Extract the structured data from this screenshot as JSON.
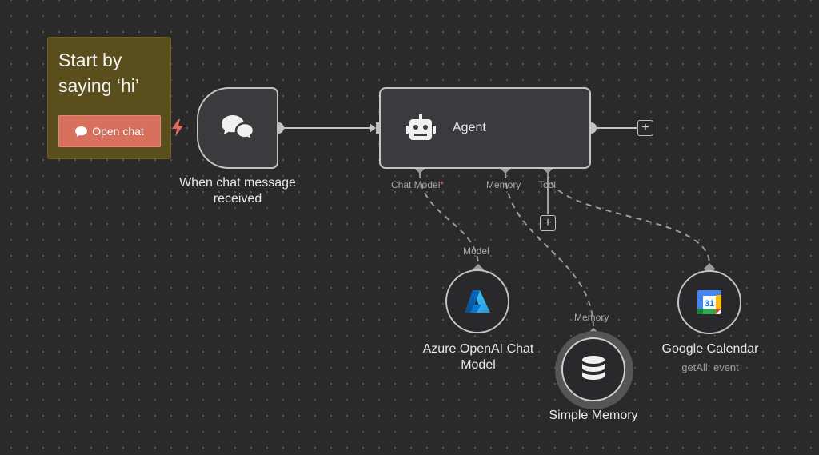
{
  "sticky": {
    "title": "Start by saying ‘hi’",
    "button_label": "Open chat"
  },
  "trigger": {
    "label": "When chat message received",
    "icon": "chat-bubbles-icon"
  },
  "agent": {
    "title": "Agent",
    "icon": "robot-icon",
    "ports": {
      "chat_model": "Chat Model",
      "chat_model_required": "*",
      "memory": "Memory",
      "tool": "Tool"
    }
  },
  "sub_nodes": {
    "model": {
      "port_label": "Model",
      "label": "Azure OpenAI Chat Model",
      "icon": "azure-icon"
    },
    "memory": {
      "port_label": "Memory",
      "label": "Simple Memory",
      "icon": "database-icon"
    },
    "calendar": {
      "label": "Google Calendar",
      "sublabel": "getAll: event",
      "icon": "google-calendar-icon",
      "icon_day": "31"
    }
  },
  "colors": {
    "canvas": "#2a2a2a",
    "node_fill": "#3b3b3d",
    "node_border": "#c4c4c4",
    "sticky_fill": "#5a4e1c",
    "button": "#d7705d",
    "trigger_bolt": "#e06b58"
  }
}
